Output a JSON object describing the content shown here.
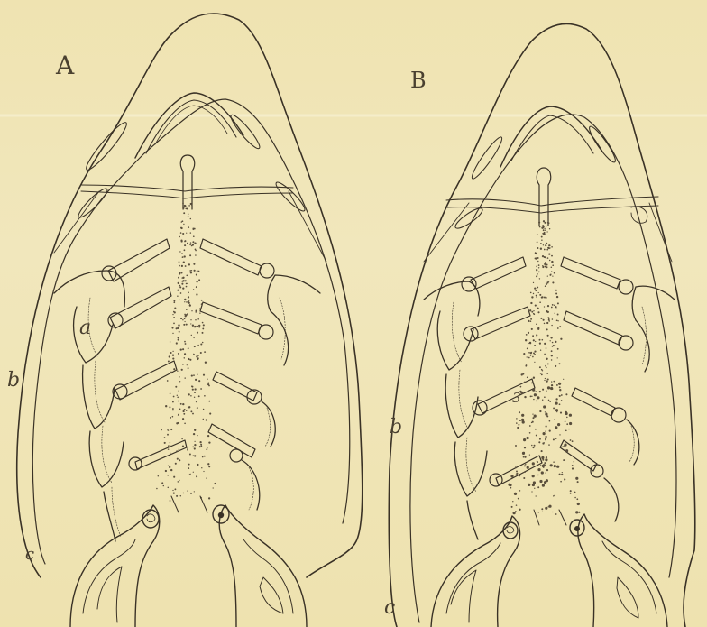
{
  "figure": {
    "panels": [
      {
        "id": "A",
        "label": "A",
        "annotations": {
          "a": "a",
          "b": "b",
          "c": "c"
        }
      },
      {
        "id": "B",
        "label": "B",
        "annotations": {
          "b": "b",
          "c": "c",
          "mark": "3"
        }
      }
    ]
  },
  "colors": {
    "paper": "#efe4b4",
    "ink": "#3a3226",
    "stipple": "#5a4f3c"
  }
}
